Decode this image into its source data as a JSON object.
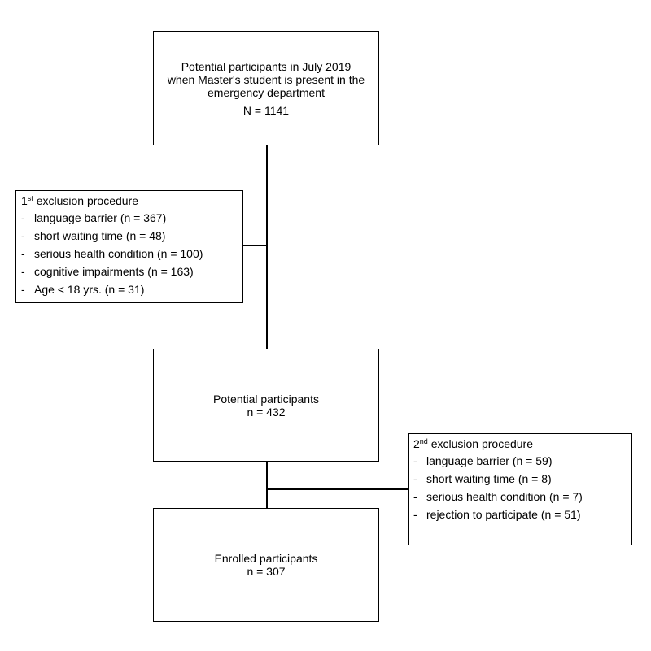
{
  "top_box": {
    "line1": "Potential participants  in July 2019",
    "line2": "when Master's student is present in the",
    "line3": "emergency department",
    "count": "N = 1141"
  },
  "exclusion1": {
    "num": "1",
    "sup": "st",
    "title": " exclusion procedure",
    "items": [
      "language barrier (n = 367)",
      "short waiting time (n = 48)",
      "serious health condition (n = 100)",
      "cognitive impairments (n = 163)",
      "Age < 18 yrs. (n = 31)"
    ]
  },
  "middle_box": {
    "label": "Potential participants",
    "count": "n = 432"
  },
  "exclusion2": {
    "num": "2",
    "sup": "nd",
    "title": " exclusion procedure",
    "items": [
      "language barrier (n = 59)",
      "short waiting time (n = 8)",
      "serious health condition (n = 7)",
      "rejection to participate (n = 51)"
    ]
  },
  "bottom_box": {
    "label": "Enrolled participants",
    "count": "n = 307"
  },
  "dash": "-"
}
